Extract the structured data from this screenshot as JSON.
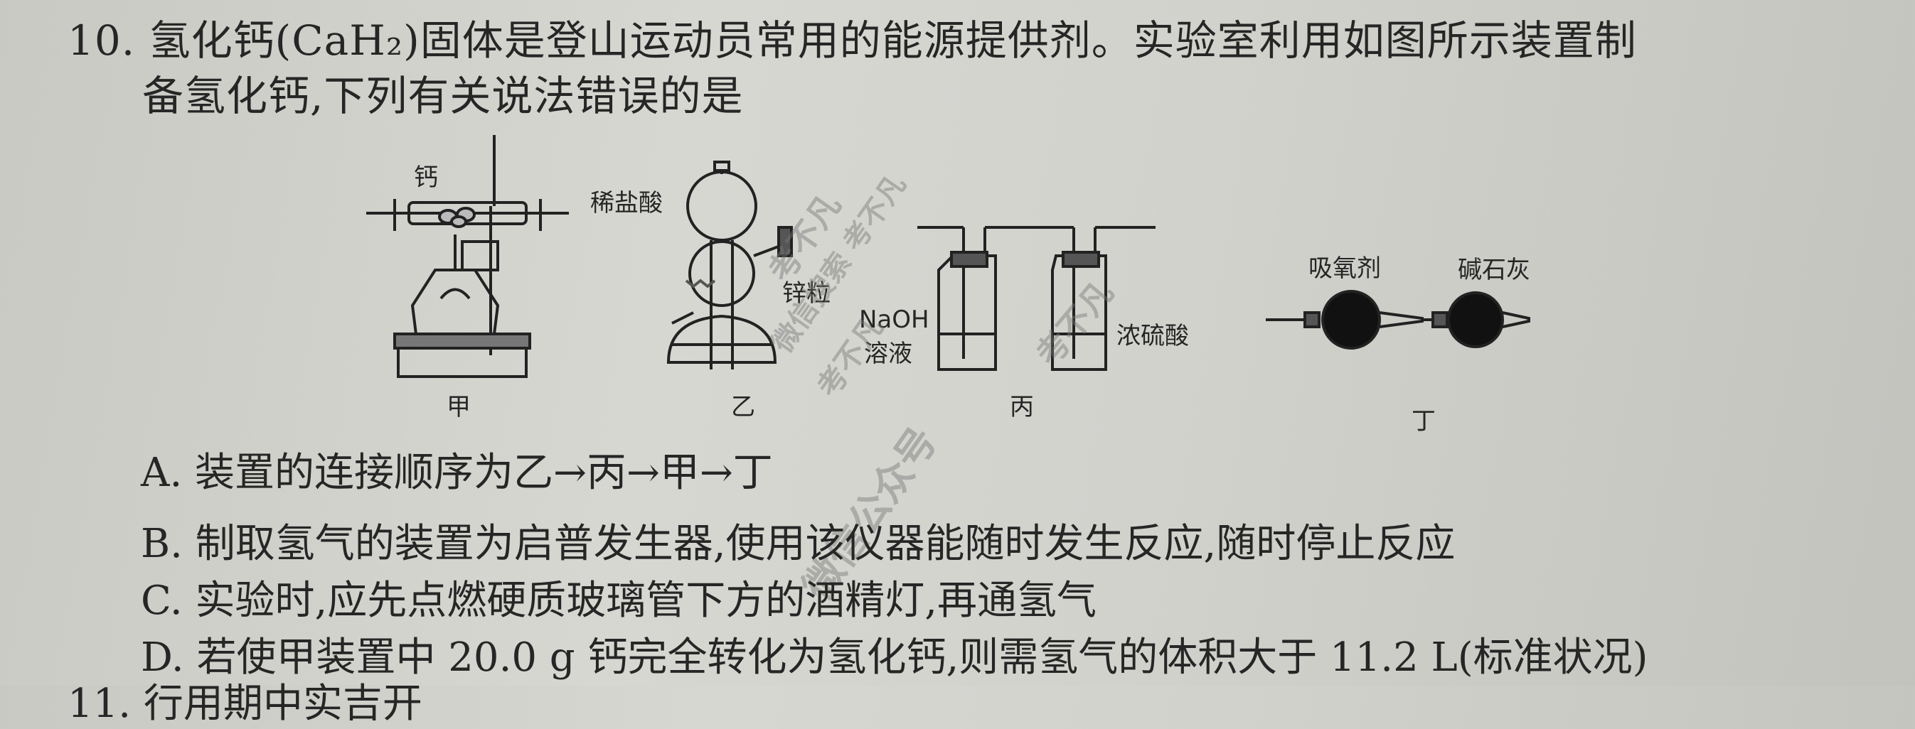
{
  "question": {
    "line1": "10. 氢化钙(CaH₂)固体是登山运动员常用的能源提供剂。实验室利用如图所示装置制",
    "line2": "备氢化钙,下列有关说法错误的是"
  },
  "figure": {
    "jia": {
      "label_calcium": "钙",
      "caption": "甲"
    },
    "yi": {
      "label_acid": "稀盐酸",
      "label_zinc": "锌粒",
      "caption": "乙"
    },
    "bing": {
      "label_naoh_1": "NaOH",
      "label_naoh_2": "溶液",
      "label_h2so4": "浓硫酸",
      "caption": "丙"
    },
    "ding": {
      "label_absorber": "吸氧剂",
      "label_sodalime": "碱石灰",
      "caption": "丁"
    }
  },
  "options": {
    "a": "A. 装置的连接顺序为乙→丙→甲→丁",
    "b": "B. 制取氢气的装置为启普发生器,使用该仪器能随时发生反应,随时停止反应",
    "c": "C. 实验时,应先点燃硬质玻璃管下方的酒精灯,再通氢气",
    "d": "D. 若使甲装置中 20.0 g 钙完全转化为氢化钙,则需氢气的体积大于 11.2 L(标准状况)"
  },
  "next_question_fragment": "11. 行用期中实吉开",
  "watermarks": [
    "考不凡",
    "微信搜索 考不凡",
    "考不凡",
    "考不凡",
    "微信公众号"
  ]
}
